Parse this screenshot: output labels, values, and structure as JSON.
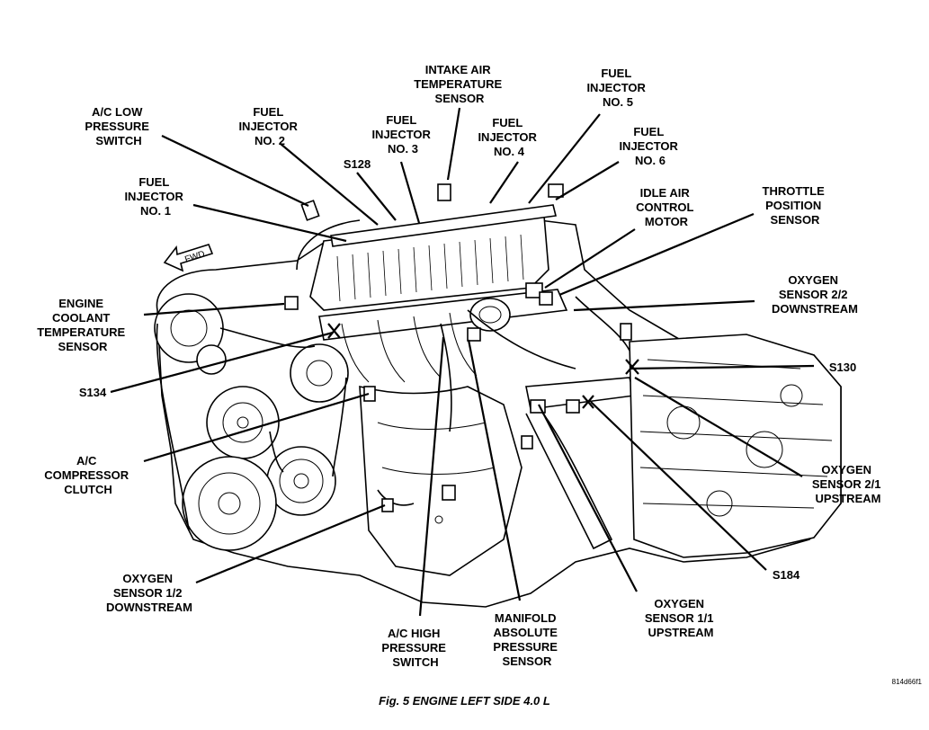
{
  "labels": {
    "ac_low_pressure_switch": [
      "A/C LOW",
      "PRESSURE",
      "SWITCH"
    ],
    "fuel_injector_1": [
      "FUEL",
      "INJECTOR",
      "NO. 1"
    ],
    "fuel_injector_2": [
      "FUEL",
      "INJECTOR",
      "NO. 2"
    ],
    "s128": [
      "S128"
    ],
    "fuel_injector_3": [
      "FUEL",
      "INJECTOR",
      "NO. 3"
    ],
    "intake_air_temp_sensor": [
      "INTAKE AIR",
      "TEMPERATURE",
      "SENSOR"
    ],
    "fuel_injector_4": [
      "FUEL",
      "INJECTOR",
      "NO. 4"
    ],
    "fuel_injector_5": [
      "FUEL",
      "INJECTOR",
      "NO. 5"
    ],
    "fuel_injector_6": [
      "FUEL",
      "INJECTOR",
      "NO. 6"
    ],
    "idle_air_control_motor": [
      "IDLE AIR",
      "CONTROL",
      "MOTOR"
    ],
    "throttle_position_sensor": [
      "THROTTLE",
      "POSITION",
      "SENSOR"
    ],
    "oxygen_sensor_2_2": [
      "OXYGEN",
      "SENSOR 2/2",
      "DOWNSTREAM"
    ],
    "s130": [
      "S130"
    ],
    "oxygen_sensor_2_1": [
      "OXYGEN",
      "SENSOR 2/1",
      "UPSTREAM"
    ],
    "s184": [
      "S184"
    ],
    "oxygen_sensor_1_1": [
      "OXYGEN",
      "SENSOR 1/1",
      "UPSTREAM"
    ],
    "manifold_absolute_pressure_sensor": [
      "MANIFOLD",
      "ABSOLUTE",
      "PRESSURE",
      "SENSOR"
    ],
    "ac_high_pressure_switch": [
      "A/C HIGH",
      "PRESSURE",
      "SWITCH"
    ],
    "oxygen_sensor_1_2": [
      "OXYGEN",
      "SENSOR 1/2",
      "DOWNSTREAM"
    ],
    "ac_compressor_clutch": [
      "A/C",
      "COMPRESSOR",
      "CLUTCH"
    ],
    "s134": [
      "S134"
    ],
    "engine_coolant_temp_sensor": [
      "ENGINE",
      "COOLANT",
      "TEMPERATURE",
      "SENSOR"
    ]
  },
  "fwd_arrow_text": "FWD",
  "caption": "Fig. 5 ENGINE LEFT SIDE 4.0 L",
  "figure_code": "814d66f1"
}
